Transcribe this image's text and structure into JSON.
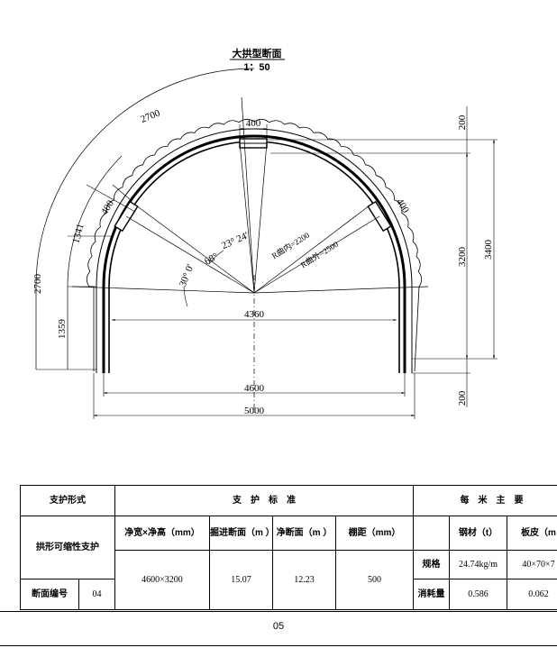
{
  "drawing": {
    "title": "大拱型断面",
    "scale": "1：50",
    "dimensions": {
      "arc_outer": "2700",
      "arc_side": "2700",
      "top_plate": "400",
      "side_plate": "400",
      "left_plate": "400",
      "seg_1341": "1341",
      "seg_1359": "1359",
      "net_width": "4360",
      "inner_width": "4600",
      "outer_width": "5000",
      "height_200_top": "200",
      "height_3200": "3200",
      "height_3400": "3400",
      "height_200_bottom": "200"
    },
    "angles": {
      "a30": "30° 0'",
      "a68": "68°",
      "a23": "23° 24'"
    },
    "radii": {
      "r_inner": "R曲内=2200",
      "r_outer": "R曲外=2500"
    }
  },
  "table": {
    "support_form_label": "支护形式",
    "support_standard_label": "支　护　标　准",
    "per_meter_label": "每　米　主　要",
    "support_type": "拱形可缩性支护",
    "col_net": "净宽×净高（mm）",
    "col_excavation": "掘进断面（m ）",
    "col_net_section": "净断面（m ）",
    "col_spacing": "棚距（mm）",
    "col_steel": "钢材（t）",
    "col_plate": "板皮（m",
    "row_spec": "规格",
    "row_consumption": "消耗量",
    "section_no_label": "断面编号",
    "section_no": "04",
    "val_net": "4600×3200",
    "val_excavation": "15.07",
    "val_net_section": "12.23",
    "val_spacing": "500",
    "val_steel_spec": "24.74kg/m",
    "val_plate_spec": "40×70×7",
    "val_steel_consumption": "0.586",
    "val_plate_consumption": "0.062"
  },
  "footer": {
    "page_number": "05"
  }
}
